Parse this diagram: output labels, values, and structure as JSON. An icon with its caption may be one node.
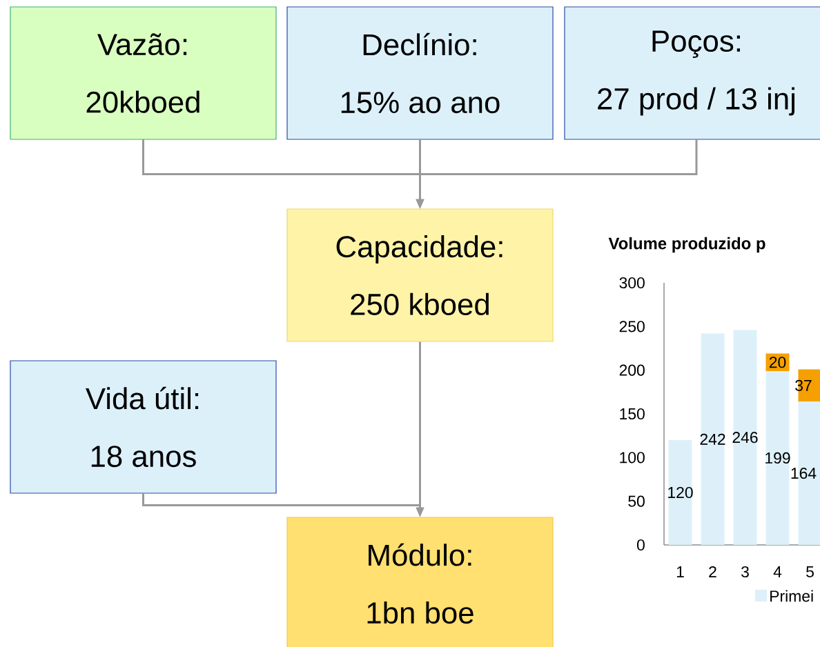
{
  "diagram": {
    "nodes": [
      {
        "text": [
          "Vazão:",
          "20kboed"
        ]
      },
      {
        "text": [
          "Declínio:",
          "15% ao ano"
        ]
      },
      {
        "text": [
          "Poços:",
          "27 prod / 13 inj"
        ]
      },
      {
        "text": [
          "Capacidade:",
          "250 kboed"
        ]
      },
      {
        "text": [
          "Vida útil:",
          "18 anos"
        ]
      },
      {
        "text": [
          "Módulo:",
          "1bn boe"
        ]
      }
    ],
    "edges": [
      {
        "from": 0,
        "to": 3,
        "arrow": "to"
      },
      {
        "from": 1,
        "to": 3,
        "arrow": "to"
      },
      {
        "from": 2,
        "to": 3,
        "arrow": "to"
      },
      {
        "from": 3,
        "to": 5,
        "arrow": "to"
      },
      {
        "from": 4,
        "to": 5,
        "arrow": "to"
      }
    ],
    "chart_data": {
      "type": "bar",
      "title": "Volume produzido p",
      "stacked": true,
      "categories": [
        "1",
        "2",
        "3",
        "4",
        "5"
      ],
      "series": [
        {
          "name": "Primei",
          "color": "#ddf0fa",
          "values": [
            120,
            242,
            246,
            199,
            164
          ]
        },
        {
          "color": "#f5a000",
          "values": [
            null,
            null,
            null,
            20,
            37
          ]
        }
      ],
      "ylim": [
        0,
        300
      ],
      "yticks": [
        0,
        50,
        100,
        150,
        200,
        250,
        300
      ],
      "data_labels": true
    }
  }
}
